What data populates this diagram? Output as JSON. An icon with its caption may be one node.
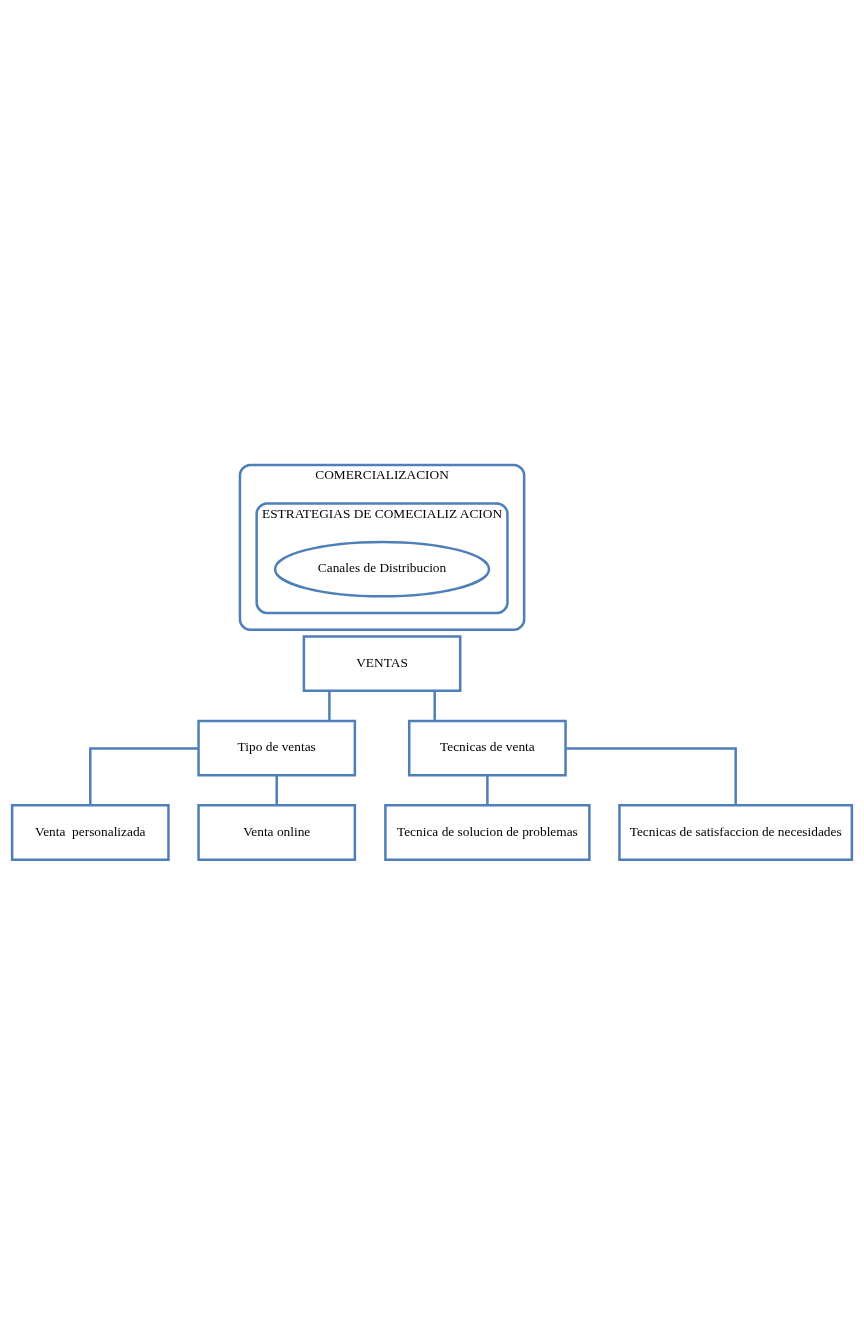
{
  "diagram": {
    "nodes": [
      {
        "text": [
          "COMERCIALIZACION"
        ]
      },
      {
        "text": [
          "ESTRATEGIAS DE COMECIALIZ ACION"
        ],
        "in": 0
      },
      {
        "text": [
          "Canales de Distribucion"
        ],
        "in": 1
      },
      {
        "text": [
          "VENTAS"
        ]
      },
      {
        "text": [
          "Tipo de ventas"
        ]
      },
      {
        "text": [
          "Tecnicas de venta"
        ]
      },
      {
        "text": [
          "Venta  personalizada"
        ]
      },
      {
        "text": [
          "Venta online"
        ]
      },
      {
        "text": [
          "Tecnica de solucion de problemas"
        ]
      },
      {
        "text": [
          "Tecnicas de satisfaccion de necesidades"
        ]
      }
    ],
    "edges": [
      {
        "from": 3,
        "to": 4,
        "arrow": "none"
      },
      {
        "from": 3,
        "to": 5,
        "arrow": "none"
      },
      {
        "from": 4,
        "to": 6,
        "arrow": "none"
      },
      {
        "from": 4,
        "to": 7,
        "arrow": "none"
      },
      {
        "from": 5,
        "to": 8,
        "arrow": "none"
      },
      {
        "from": 5,
        "to": 9,
        "arrow": "none"
      }
    ]
  }
}
